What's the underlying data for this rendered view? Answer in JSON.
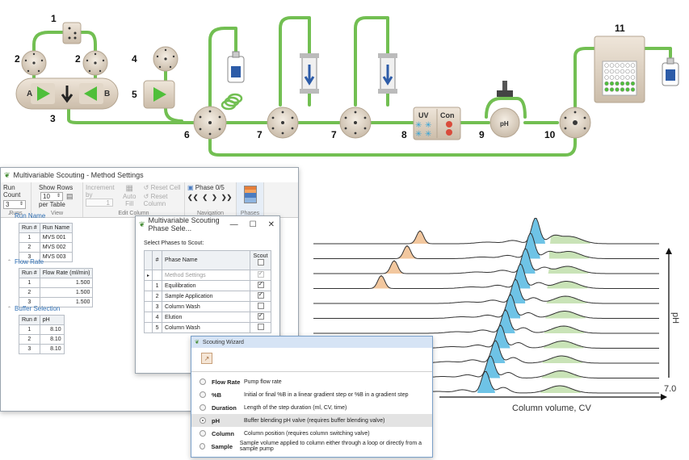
{
  "diagram": {
    "labels": [
      "1",
      "2",
      "2",
      "3",
      "4",
      "5",
      "6",
      "7",
      "7",
      "8",
      "9",
      "10",
      "11"
    ],
    "valve_a": "A",
    "valve_b": "B",
    "uv": "UV",
    "con": "Con",
    "ph": "pH"
  },
  "main_window": {
    "title": "Multivariable Scouting - Method Settings",
    "ribbon": {
      "run_count_label": "Run Count",
      "run_count_value": "3",
      "show_rows_label": "Show Rows",
      "show_rows_value": "10",
      "per_table": "per Table",
      "increment_by": "Increment by",
      "increment_value": "1",
      "auto_fill": "Auto Fill",
      "reset_cell": "Reset Cell",
      "reset_column": "Reset Column",
      "phase_label": "Phase 0/5",
      "nav_buttons": [
        "❮❮",
        "❮",
        "❯",
        "❯❯"
      ],
      "groups": [
        "Runs",
        "View",
        "Edit Column",
        "Navigation",
        "Phases"
      ]
    },
    "sections": [
      {
        "title": "Run Name",
        "headers": [
          "Run #",
          "Run Name"
        ],
        "rows": [
          [
            "1",
            "MVS 001"
          ],
          [
            "2",
            "MVS 002"
          ],
          [
            "3",
            "MVS 003"
          ]
        ]
      },
      {
        "title": "Flow Rate",
        "headers": [
          "Run #",
          "Flow Rate (ml/min)"
        ],
        "rows": [
          [
            "1",
            "1.500"
          ],
          [
            "2",
            "1.500"
          ],
          [
            "3",
            "1.500"
          ]
        ]
      },
      {
        "title": "Buffer Selection",
        "headers": [
          "Run #",
          "pH"
        ],
        "rows": [
          [
            "1",
            "8.10"
          ],
          [
            "2",
            "8.10"
          ],
          [
            "3",
            "8.10"
          ]
        ]
      }
    ]
  },
  "phase_dialog": {
    "title": "Multivariable Scouting Phase Sele...",
    "controls": [
      "—",
      "☐",
      "✕"
    ],
    "prompt": "Select Phases to Scout:",
    "headers": [
      "#",
      "Phase Name",
      "Scout"
    ],
    "rows": [
      [
        "",
        "Method Settings",
        true
      ],
      [
        "1",
        "Equilibration",
        true
      ],
      [
        "2",
        "Sample Application",
        true
      ],
      [
        "3",
        "Column Wash",
        false
      ],
      [
        "4",
        "Elution",
        true
      ],
      [
        "5",
        "Column Wash",
        false
      ]
    ]
  },
  "wizard": {
    "title": "Scouting Wizard",
    "options": [
      {
        "name": "Flow Rate",
        "desc": "Pump flow rate",
        "selected": false
      },
      {
        "name": "%B",
        "desc": "Initial or final %B in a linear gradient step or %B in a gradient step",
        "selected": false
      },
      {
        "name": "Duration",
        "desc": "Length of the step duration (ml, CV, time)",
        "selected": false
      },
      {
        "name": "pH",
        "desc": "Buffer blending pH valve (requires buffer blending valve)",
        "selected": true
      },
      {
        "name": "Column",
        "desc": "Column position (requires column switching valve)",
        "selected": false
      },
      {
        "name": "Sample",
        "desc": "Sample volume applied to column either through a loop or directly from a sample pump",
        "selected": false
      }
    ]
  },
  "chromatogram": {
    "xlabel": "Column volume, CV",
    "ylabel": "pH",
    "ph_value": "7.0",
    "colors": {
      "orange": "#f2c79e",
      "blue": "#6ec3e6",
      "green": "#c9e3b7",
      "tube": "#79c35a"
    }
  }
}
